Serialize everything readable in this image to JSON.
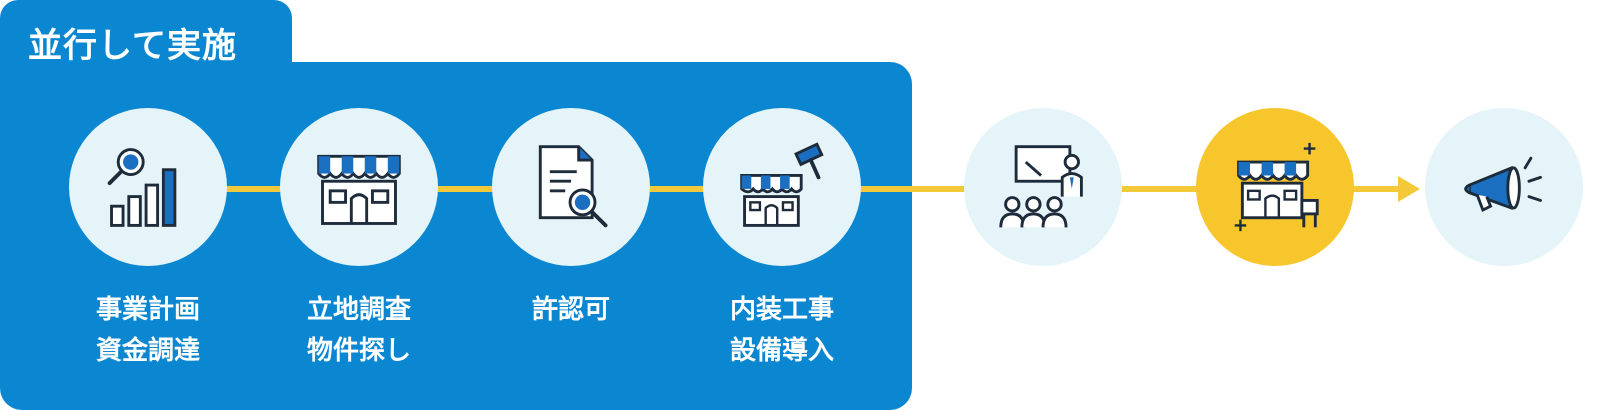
{
  "header": {
    "tab_title": "並行して実施"
  },
  "steps": [
    {
      "icon": "business-plan-chart-icon",
      "lines": [
        "事業計画",
        "資金調達"
      ]
    },
    {
      "icon": "storefront-icon",
      "lines": [
        "立地調査",
        "物件探し"
      ]
    },
    {
      "icon": "permit-document-search-icon",
      "lines": [
        "許認可"
      ]
    },
    {
      "icon": "store-construction-hammer-icon",
      "lines": [
        "内装工事",
        "設備導入"
      ]
    },
    {
      "icon": "training-presentation-icon",
      "lines": []
    },
    {
      "icon": "store-opening-sparkle-icon",
      "lines": []
    },
    {
      "icon": "megaphone-icon",
      "lines": []
    }
  ],
  "colors": {
    "panel": "#0b87d2",
    "connector": "#f3c93a",
    "circle": "#e4f4f8",
    "highlight": "#f7c52c",
    "icon_blue": "#1b6fc0",
    "icon_outline": "#1d2b3a"
  }
}
